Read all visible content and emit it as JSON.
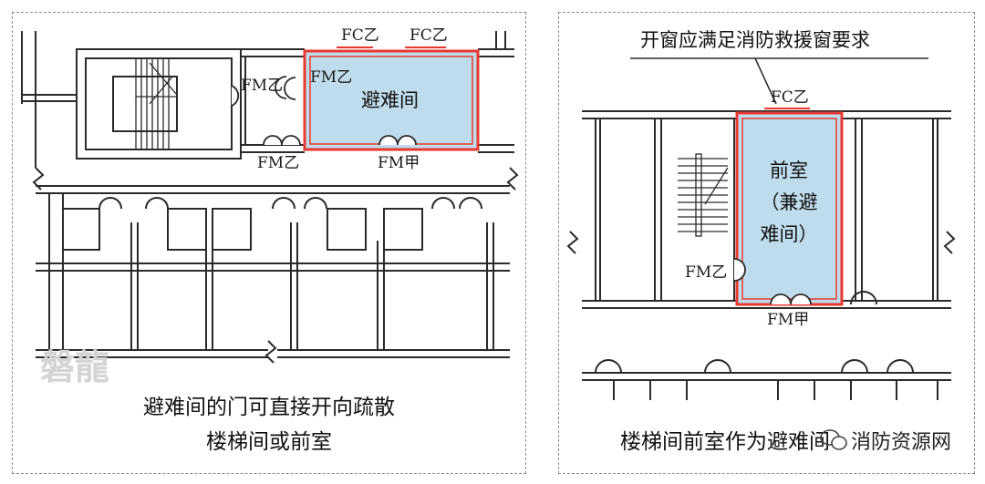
{
  "left_panel": {
    "labels": {
      "fc_left": "FC乙",
      "fc_right": "FC乙",
      "fm_door_inner": "FM乙",
      "fm_door_left": "FM乙",
      "fm_door_bottom": "FM乙",
      "fm_door_main": "FM甲",
      "room": "避难间"
    },
    "watermark": "磐龍",
    "caption_line1": "避难间的门可直接开向疏散",
    "caption_line2": "楼梯间或前室"
  },
  "right_panel": {
    "note": "开窗应满足消防救援窗要求",
    "labels": {
      "fc_top": "FC乙",
      "room_line1": "前室",
      "room_line2": "（兼避",
      "room_line3": "难间）",
      "fm_side": "FM乙",
      "fm_bottom": "FM甲"
    },
    "caption": "楼梯间前室作为避难间",
    "source_mark": "消防资源网"
  },
  "colors": {
    "refuge_fill": "#bfdcec",
    "refuge_outline": "#e8392f",
    "wall": "#2a2a2a"
  }
}
